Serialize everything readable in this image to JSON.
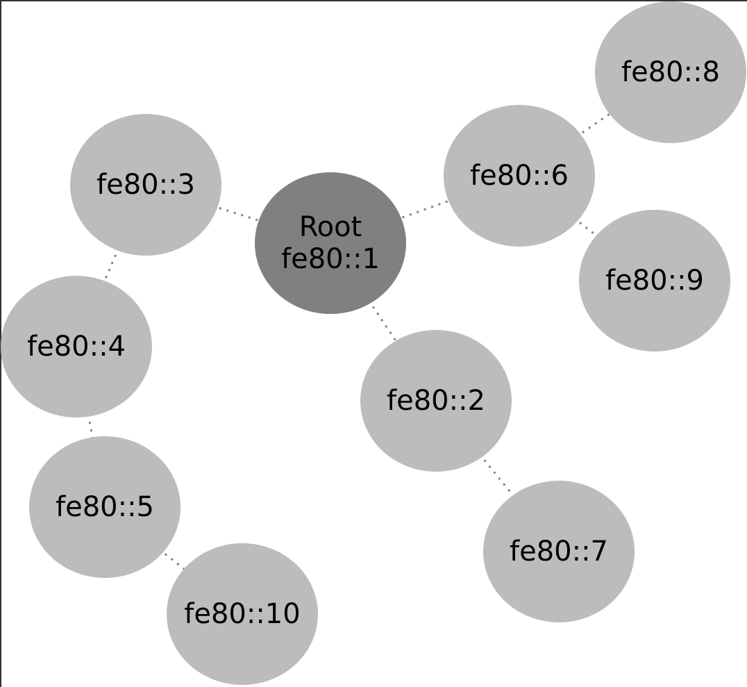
{
  "diagram": {
    "title": "",
    "colors": {
      "root_fill": "#808080",
      "node_fill": "#bcbcbc",
      "edge_stroke": "#808080",
      "text": "#000000"
    },
    "nodes": [
      {
        "id": "n1",
        "lines": [
          "Root",
          "fe80::1"
        ],
        "root": true
      },
      {
        "id": "n2",
        "lines": [
          "fe80::2"
        ]
      },
      {
        "id": "n3",
        "lines": [
          "fe80::3"
        ]
      },
      {
        "id": "n4",
        "lines": [
          "fe80::4"
        ]
      },
      {
        "id": "n5",
        "lines": [
          "fe80::5"
        ]
      },
      {
        "id": "n6",
        "lines": [
          "fe80::6"
        ]
      },
      {
        "id": "n7",
        "lines": [
          "fe80::7"
        ]
      },
      {
        "id": "n8",
        "lines": [
          "fe80::8"
        ]
      },
      {
        "id": "n9",
        "lines": [
          "fe80::9"
        ]
      },
      {
        "id": "n10",
        "lines": [
          "fe80::10"
        ]
      }
    ],
    "edges": [
      {
        "from": "n1",
        "to": "n3"
      },
      {
        "from": "n1",
        "to": "n6"
      },
      {
        "from": "n1",
        "to": "n2"
      },
      {
        "from": "n3",
        "to": "n4"
      },
      {
        "from": "n4",
        "to": "n5"
      },
      {
        "from": "n5",
        "to": "n10"
      },
      {
        "from": "n6",
        "to": "n8"
      },
      {
        "from": "n6",
        "to": "n9"
      },
      {
        "from": "n2",
        "to": "n7"
      }
    ]
  }
}
